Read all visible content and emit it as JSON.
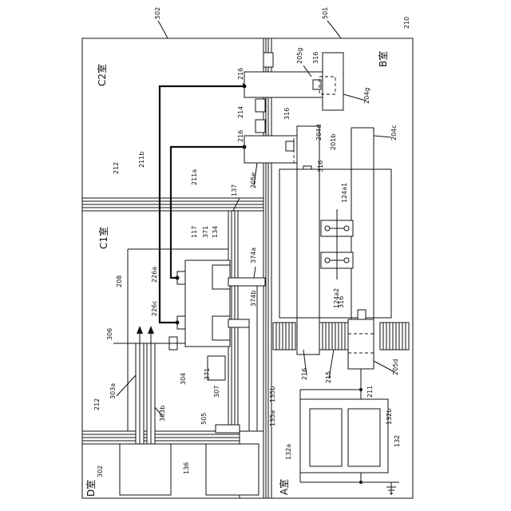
{
  "rooms": {
    "c2": "C2室",
    "b": "B室",
    "c1": "C1室",
    "d": "D室",
    "a": "A室"
  },
  "labels": {
    "l210": "210",
    "l502": "502",
    "l501": "501",
    "l205g": "205g",
    "l316a": "316",
    "l216a": "216",
    "l204g": "204g",
    "l214": "214",
    "l316b": "316",
    "l204d": "204d",
    "l216b": "216",
    "l201b": "201b",
    "l204c": "204c",
    "l211b": "211b",
    "l211a": "211a",
    "l205e": "205e",
    "l316c": "316",
    "l212a": "212",
    "l137": "137",
    "l124a1": "124a1",
    "l117": "117",
    "l371a": "371",
    "l134": "134",
    "l374a": "374a",
    "l208": "208",
    "l226a": "226a",
    "l374b": "374b",
    "l124a2": "124a2",
    "l316d": "316",
    "l226c": "226c",
    "l306": "306",
    "l304": "304",
    "l371b": "371",
    "l307": "307",
    "l216c": "216",
    "l215": "215",
    "l211": "211",
    "l205d": "205d",
    "l303a": "303a",
    "l303b": "303b",
    "l135b": "135b",
    "l135a": "135a",
    "l212b": "212",
    "l505": "505",
    "l132a": "132a",
    "l132b": "132b",
    "l132": "132",
    "l302": "302",
    "l136": "136"
  }
}
